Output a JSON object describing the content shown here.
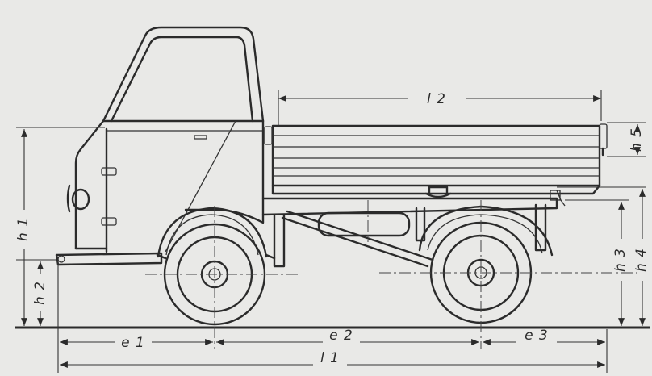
{
  "labels": {
    "l1": "l 1",
    "l2": "l 2",
    "e1": "e 1",
    "e2": "e 2",
    "e3": "e 3",
    "h1": "h 1",
    "h2": "h 2",
    "h3": "h 3",
    "h4": "h 4",
    "h5": "h 5"
  }
}
